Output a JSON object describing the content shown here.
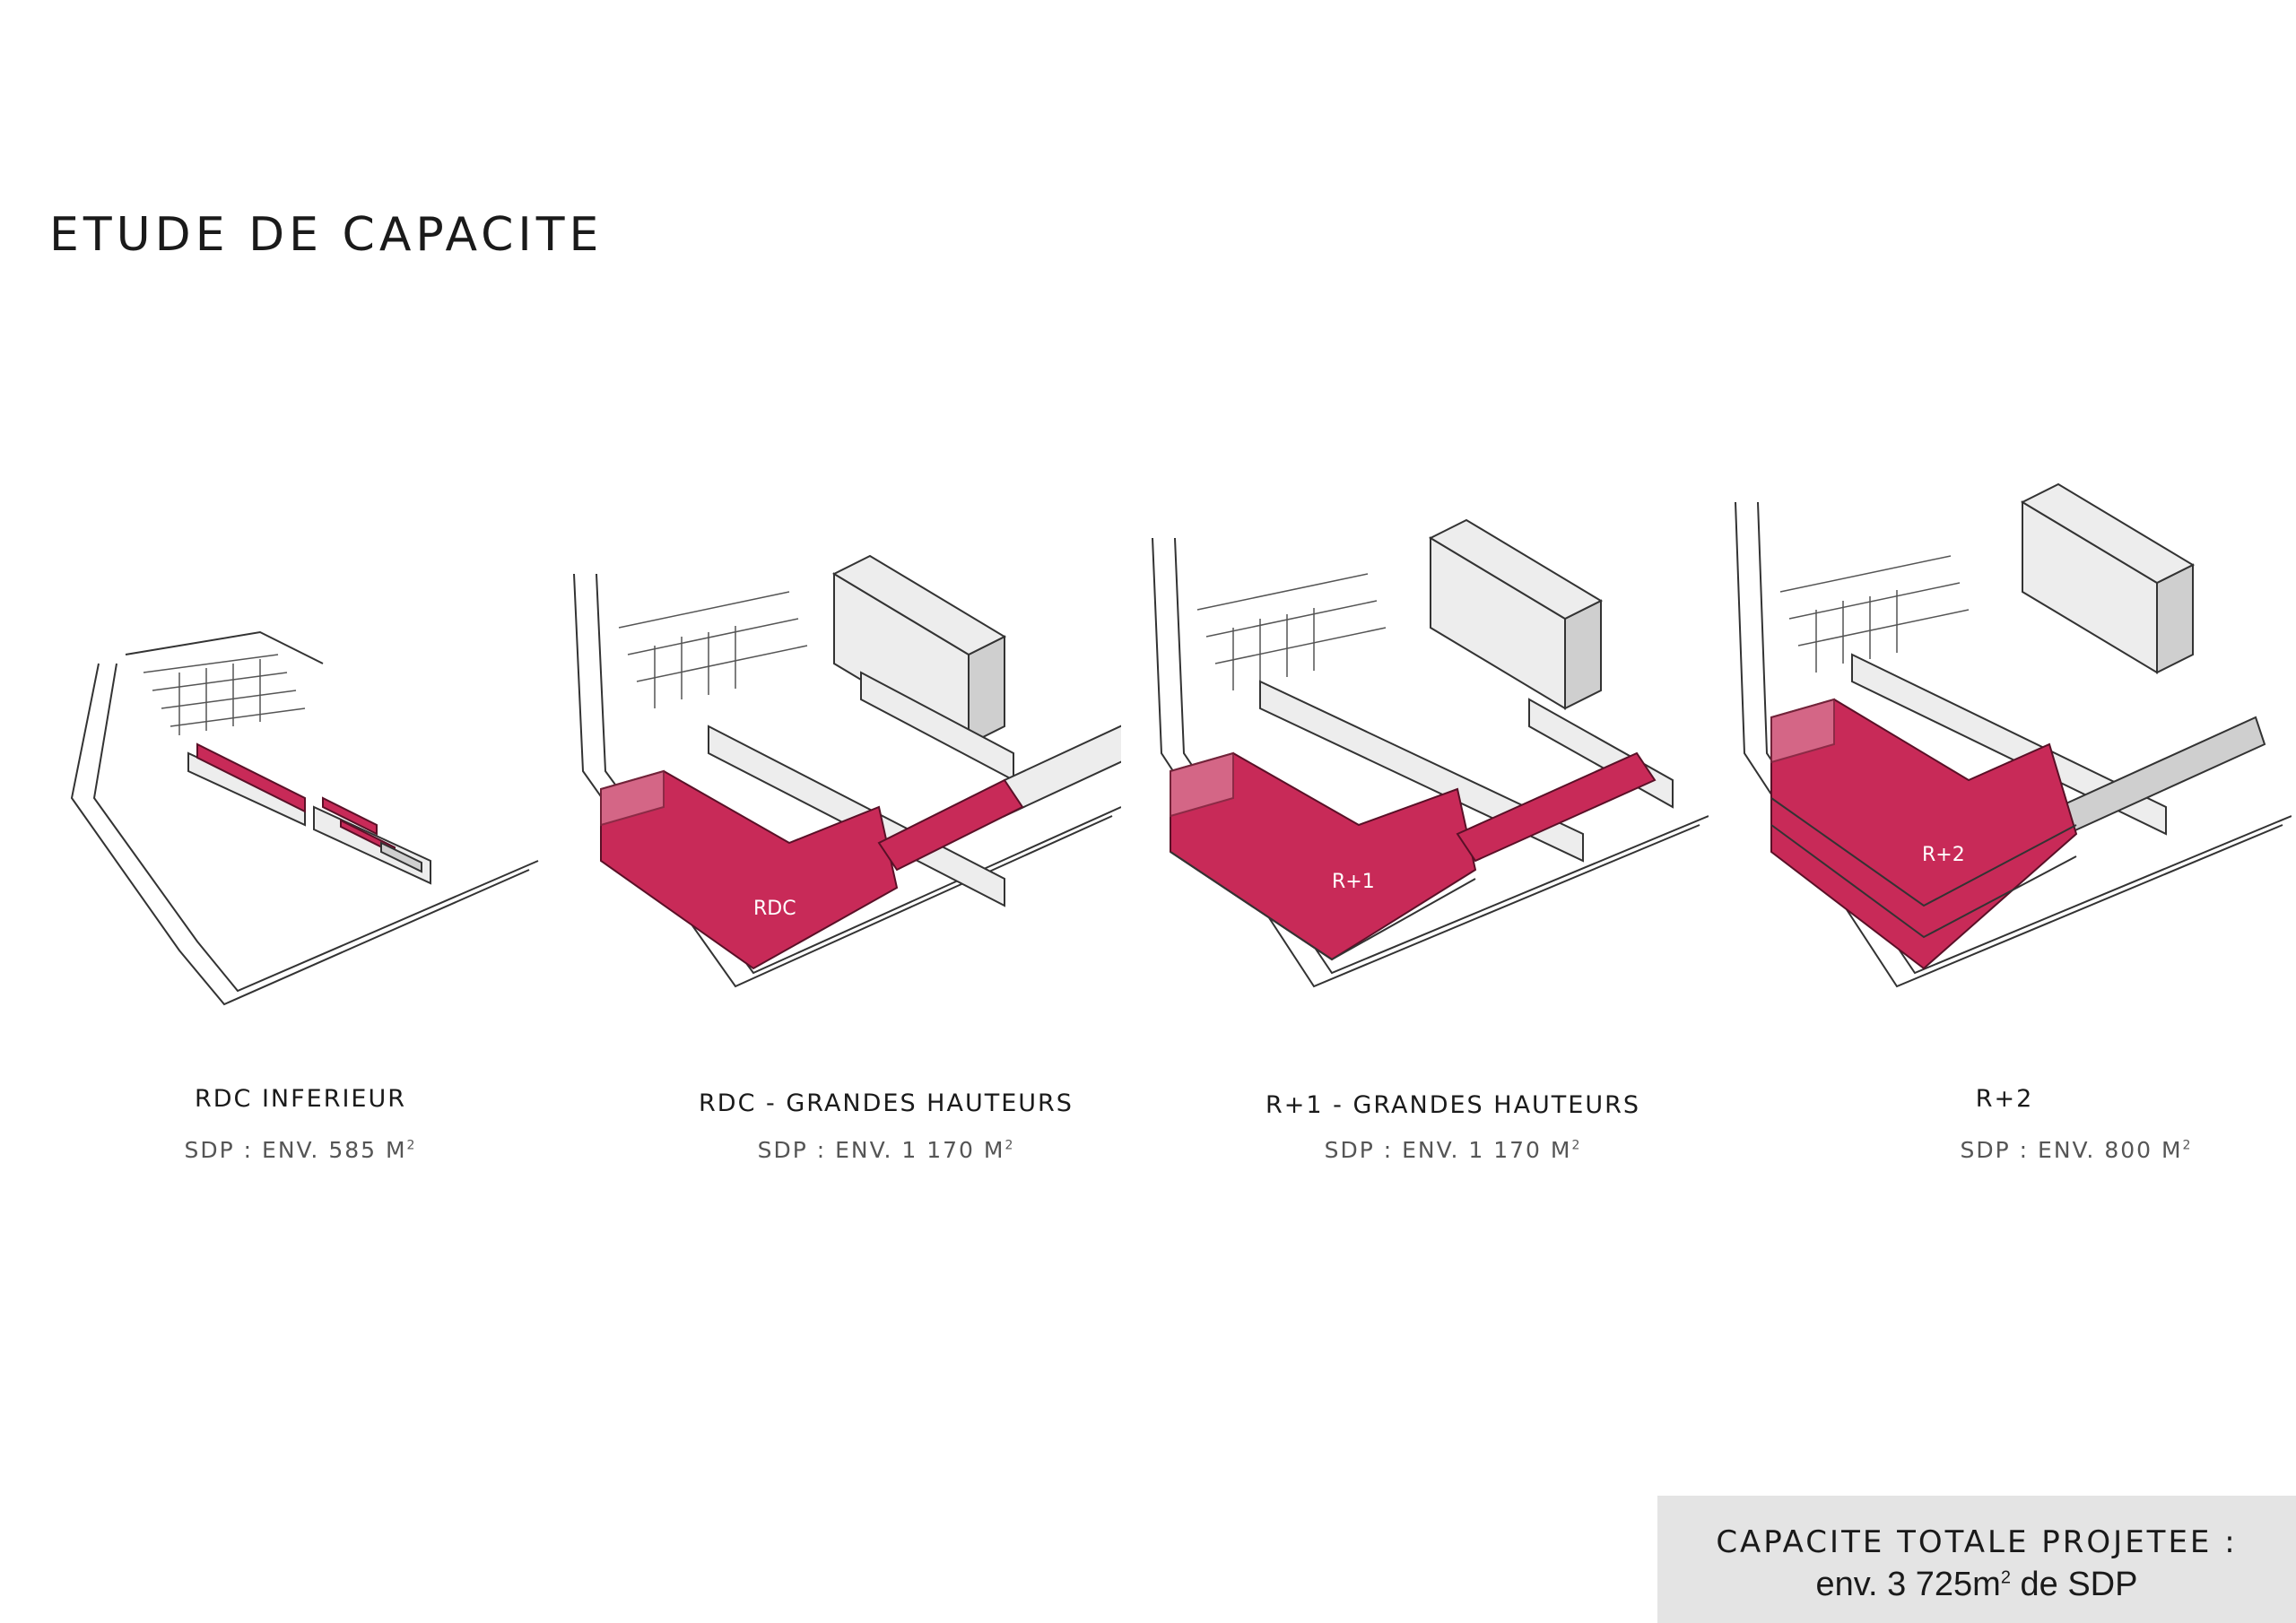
{
  "page": {
    "title": "ETUDE DE CAPACITE"
  },
  "panels": [
    {
      "caption": "RDC INFERIEUR",
      "sdp_prefix": "SDP : ENV. 585 M",
      "sdp_sup": "2",
      "block_label": ""
    },
    {
      "caption": "RDC - GRANDES HAUTEURS",
      "sdp_prefix": "SDP : ENV. 1 170 M",
      "sdp_sup": "2",
      "block_label": "RDC"
    },
    {
      "caption": "R+1 - GRANDES HAUTEURS",
      "sdp_prefix": "SDP : ENV. 1 170 M",
      "sdp_sup": "2",
      "block_label": "R+1"
    },
    {
      "caption": "R+2",
      "sdp_prefix": "SDP : ENV.  800 M",
      "sdp_sup": "2",
      "block_label": "R+2"
    }
  ],
  "total": {
    "title": "CAPACITE TOTALE PROJETEE :",
    "value_prefix": "env.  3 725m",
    "value_sup": "2",
    "value_suffix": " de SDP"
  },
  "colors": {
    "accent": "#c82a58",
    "box_bg": "#e4e4e4"
  }
}
